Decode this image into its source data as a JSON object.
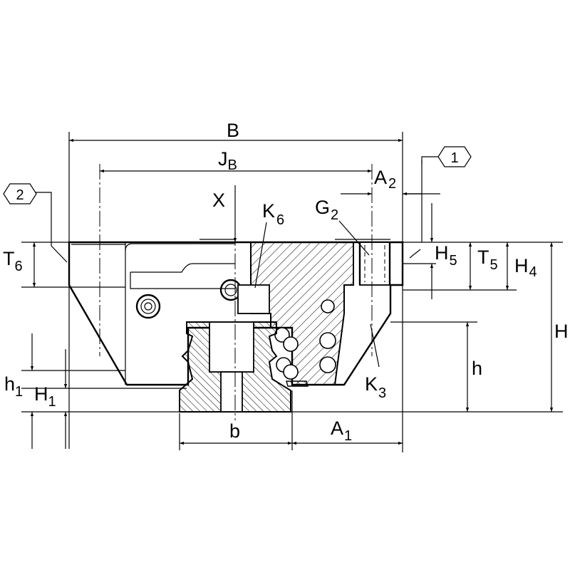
{
  "callouts": {
    "c1": "1",
    "c2": "2"
  },
  "labels": {
    "B": "B",
    "JB": {
      "base": "J",
      "sub": "B"
    },
    "A2": {
      "base": "A",
      "sub": "2"
    },
    "X": "X",
    "K6": {
      "base": "K",
      "sub": "6"
    },
    "G2": {
      "base": "G",
      "sub": "2"
    },
    "T6": {
      "base": "T",
      "sub": "6"
    },
    "H5": {
      "base": "H",
      "sub": "5"
    },
    "T5": {
      "base": "T",
      "sub": "5"
    },
    "H4": {
      "base": "H",
      "sub": "4"
    },
    "H": "H",
    "h": "h",
    "h1": {
      "base": "h",
      "sub": "1"
    },
    "H1": {
      "base": "H",
      "sub": "1"
    },
    "K3": {
      "base": "K",
      "sub": "3"
    },
    "b": "b",
    "A1": {
      "base": "A",
      "sub": "1"
    }
  }
}
